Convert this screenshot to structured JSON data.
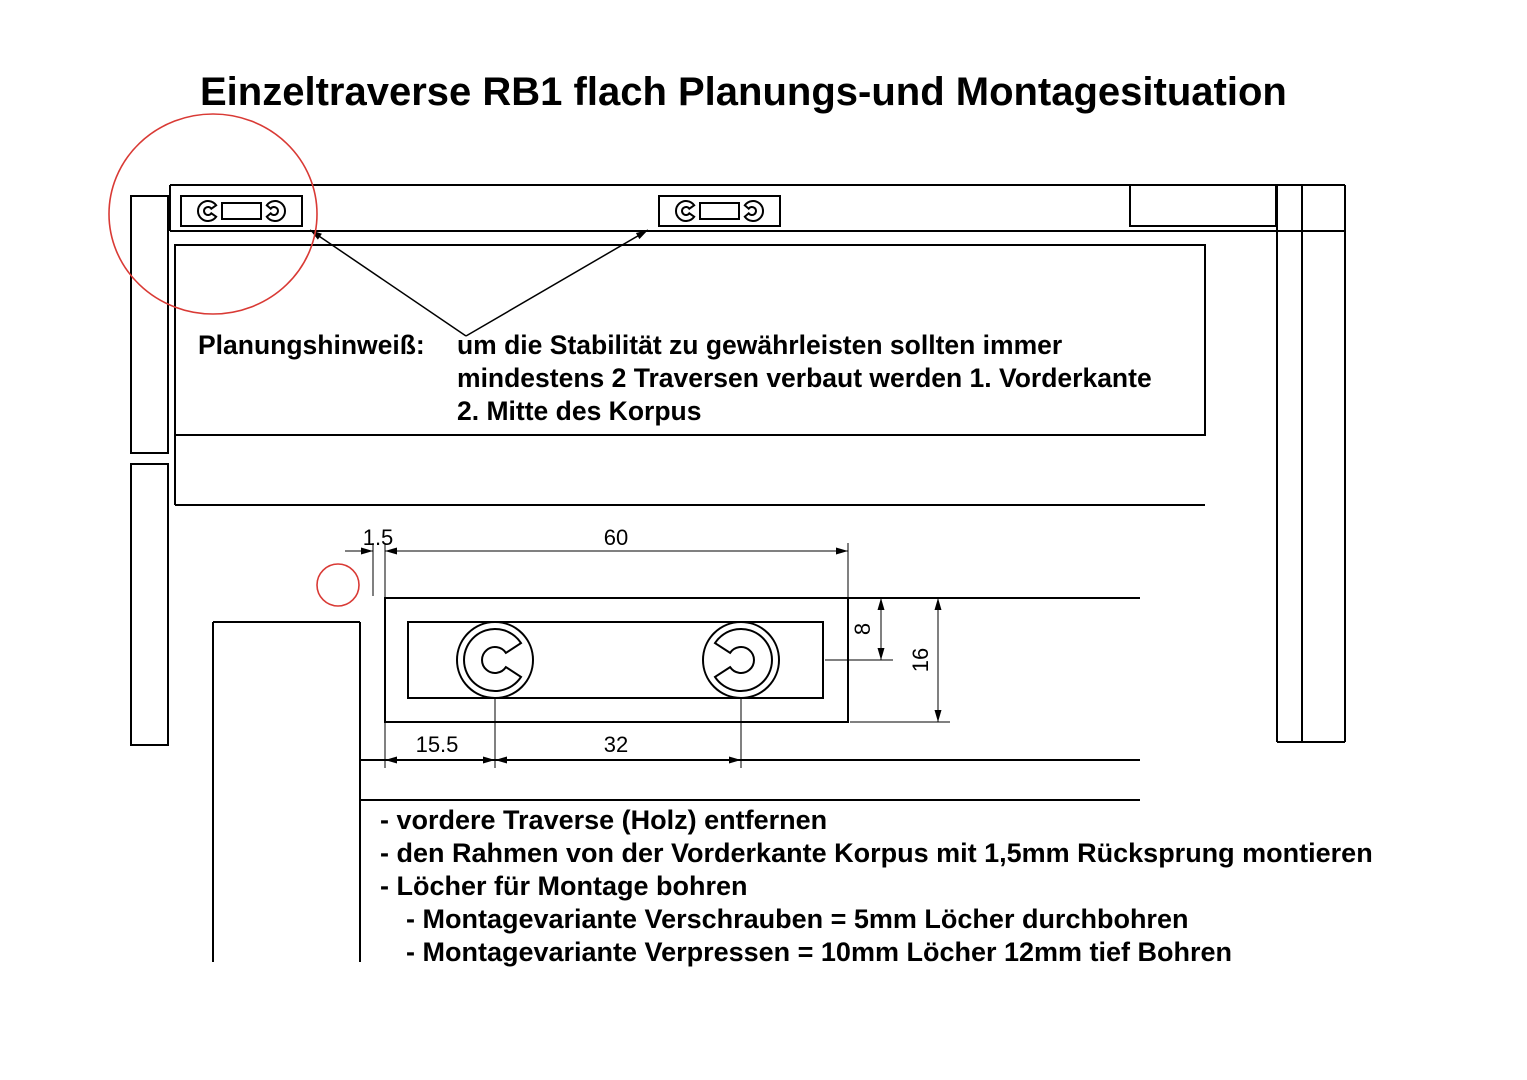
{
  "title": "Einzeltraverse RB1 flach Planungs-und Montagesituation",
  "planning_note": {
    "label": "Planungshinweiß:",
    "lines": [
      "um die Stabilität zu gewährleisten sollten immer",
      "mindestens 2 Traversen verbaut werden 1. Vorderkante",
      "2. Mitte des Korpus"
    ]
  },
  "detail_dimensions": {
    "front_offset": "1.5",
    "total_width": "60",
    "top_to_hole_center": "8",
    "total_height": "16",
    "edge_to_first_hole": "15.5",
    "hole_spacing": "32"
  },
  "instructions": [
    "- vordere Traverse (Holz) entfernen",
    "- den Rahmen von der Vorderkante Korpus mit 1,5mm Rücksprung montieren",
    "- Löcher für Montage bohren",
    "- Montagevariante Verschrauben = 5mm Löcher durchbohren",
    "- Montagevariante Verpressen = 10mm Löcher 12mm tief Bohren"
  ],
  "colors": {
    "line": "#000000",
    "highlight_red": "#d93a35",
    "background": "#ffffff"
  }
}
